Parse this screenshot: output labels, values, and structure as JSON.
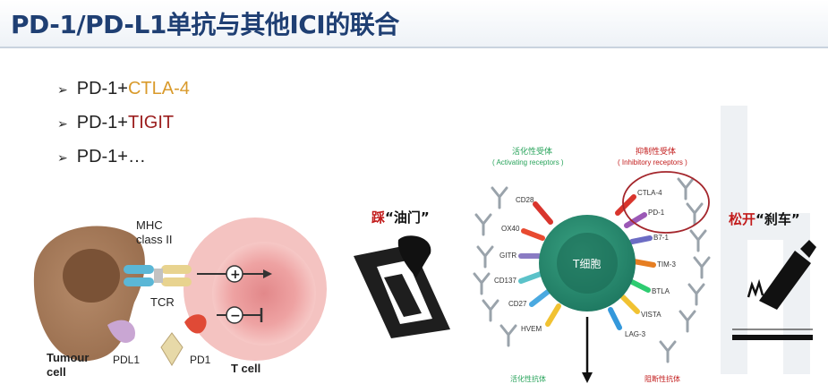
{
  "slide": {
    "title": "PD-1/PD-L1单抗与其他ICI的联合"
  },
  "bullets": [
    {
      "prefix": "PD-1+",
      "highlight": "CTLA-4",
      "color": "#d99a2b"
    },
    {
      "prefix": "PD-1+",
      "highlight": "TIGIT",
      "color": "#9b1d1d"
    },
    {
      "prefix": "PD-1+…",
      "highlight": "",
      "color": "#222222"
    }
  ],
  "left_figure": {
    "mhc": "MHC",
    "class2": "class II",
    "tcr": "TCR",
    "tumour": "Tumour",
    "cell": "cell",
    "pdl1": "PDL1",
    "pd1": "PD1",
    "tcell": "T cell",
    "plus": "+",
    "minus": "−"
  },
  "center_figure": {
    "gas_label_main": "踩",
    "gas_label_rest": "“油门”",
    "brake_label_main": "松开",
    "brake_label_rest": "“刹车”",
    "activating_cn": "活化性受体",
    "activating_en": "( Activating receptors )",
    "inhibitory_cn": "抑制性受体",
    "inhibitory_en": "( Inhibitory receptors )",
    "tcell_label": "T细胞",
    "activating_receptors": [
      "CD28",
      "OX40",
      "GITR",
      "CD137",
      "CD27",
      "HVEM"
    ],
    "inhibitory_receptors": [
      "CTLA-4",
      "PD-1",
      "B7-1",
      "TIM-3",
      "BTLA",
      "VISTA",
      "LAG-3"
    ],
    "bottom_left_cn": "活化性抗体",
    "bottom_right_cn": "阻断性抗体"
  }
}
